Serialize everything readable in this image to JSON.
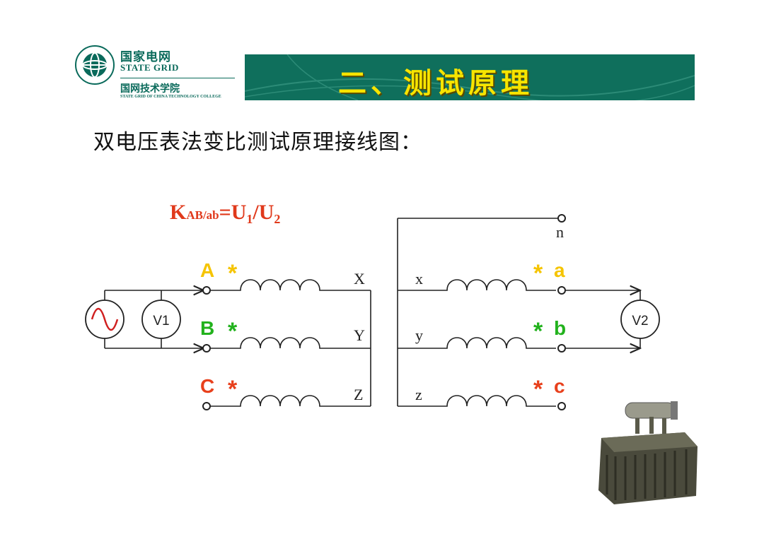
{
  "logo": {
    "name_cn": "国家电网",
    "name_en": "STATE GRID",
    "college_cn": "国网技术学院",
    "college_en": "STATE GRID OF CHINA TECHNOLOGY COLLEGE"
  },
  "banner": {
    "title": "二、测试原理"
  },
  "subtitle": "双电压表法变比测试原理接线图：",
  "formula": {
    "K": "K",
    "sub": "AB/ab",
    "rest": "=U",
    "one": "1",
    "slash": "/U",
    "two": "2"
  },
  "primary": {
    "terminals": [
      {
        "letter": "A",
        "color": "#f5c400"
      },
      {
        "letter": "B",
        "color": "#22b21d"
      },
      {
        "letter": "C",
        "color": "#e8401c"
      }
    ],
    "ends": [
      "X",
      "Y",
      "Z"
    ]
  },
  "secondary": {
    "terminals": [
      {
        "letter": "a",
        "color": "#f5c400"
      },
      {
        "letter": "b",
        "color": "#22b21d"
      },
      {
        "letter": "c",
        "color": "#e8401c"
      }
    ],
    "ends": [
      "x",
      "y",
      "z"
    ],
    "neutral": "n"
  },
  "dot_mark": "*",
  "meters": {
    "v1": "V1",
    "v2": "V2"
  },
  "icons": {
    "source": "ac-source-icon",
    "transformer": "transformer-photo"
  }
}
